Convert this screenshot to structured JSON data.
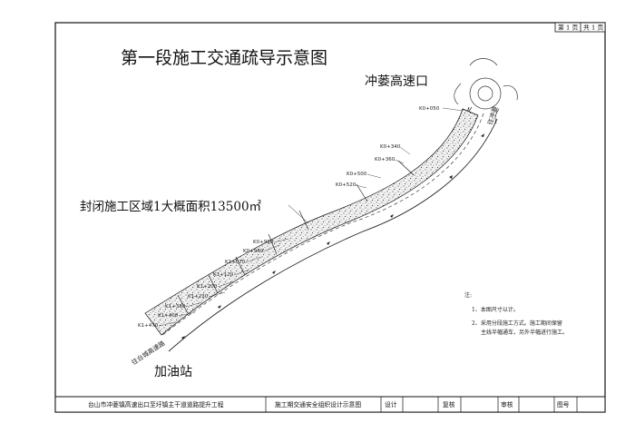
{
  "header": {
    "page_current": "第 1 页",
    "page_total": "共 1 页"
  },
  "title": "第一段施工交通疏导示意图",
  "places": {
    "interchange": "冲蒌高速口",
    "gas_station": "加油站"
  },
  "zone_label": "封闭施工区域1大概面积13500㎡",
  "road_labels": {
    "top_end": "往冲蒌",
    "bottom_end": "往台城高速路"
  },
  "stations": [
    {
      "id": "k0-050",
      "label": "K0+050"
    },
    {
      "id": "k0-340",
      "label": "K0+340"
    },
    {
      "id": "k0-360",
      "label": "K0+360"
    },
    {
      "id": "k0-500",
      "label": "K0+500"
    },
    {
      "id": "k0-520",
      "label": "K0+520"
    },
    {
      "id": "k0-920",
      "label": "K0+920"
    },
    {
      "id": "k0-940",
      "label": "K0+940"
    },
    {
      "id": "k1-070",
      "label": "K1+070"
    },
    {
      "id": "k1-120",
      "label": "K1+120"
    },
    {
      "id": "k1-200",
      "label": "K1+200"
    },
    {
      "id": "k1-220",
      "label": "K1+220"
    },
    {
      "id": "k1-380",
      "label": "K1+380"
    },
    {
      "id": "k1-400",
      "label": "K1+400"
    },
    {
      "id": "k1-470",
      "label": "K1+470"
    }
  ],
  "notes": {
    "heading": "注:",
    "line1": "1、本图尺寸以计。",
    "line2": "2、采用分段施工方式。施工期间保留",
    "line3": "主线半幅通车，另外半幅进行施工。"
  },
  "title_block": {
    "project": "台山市冲蒌镇高速出口至圩镇主干道道路提升工程",
    "drawing": "施工期交通安全组织设计示意图",
    "design": "设计",
    "review": "复核",
    "approve": "审核",
    "drawing_no": "图号"
  }
}
